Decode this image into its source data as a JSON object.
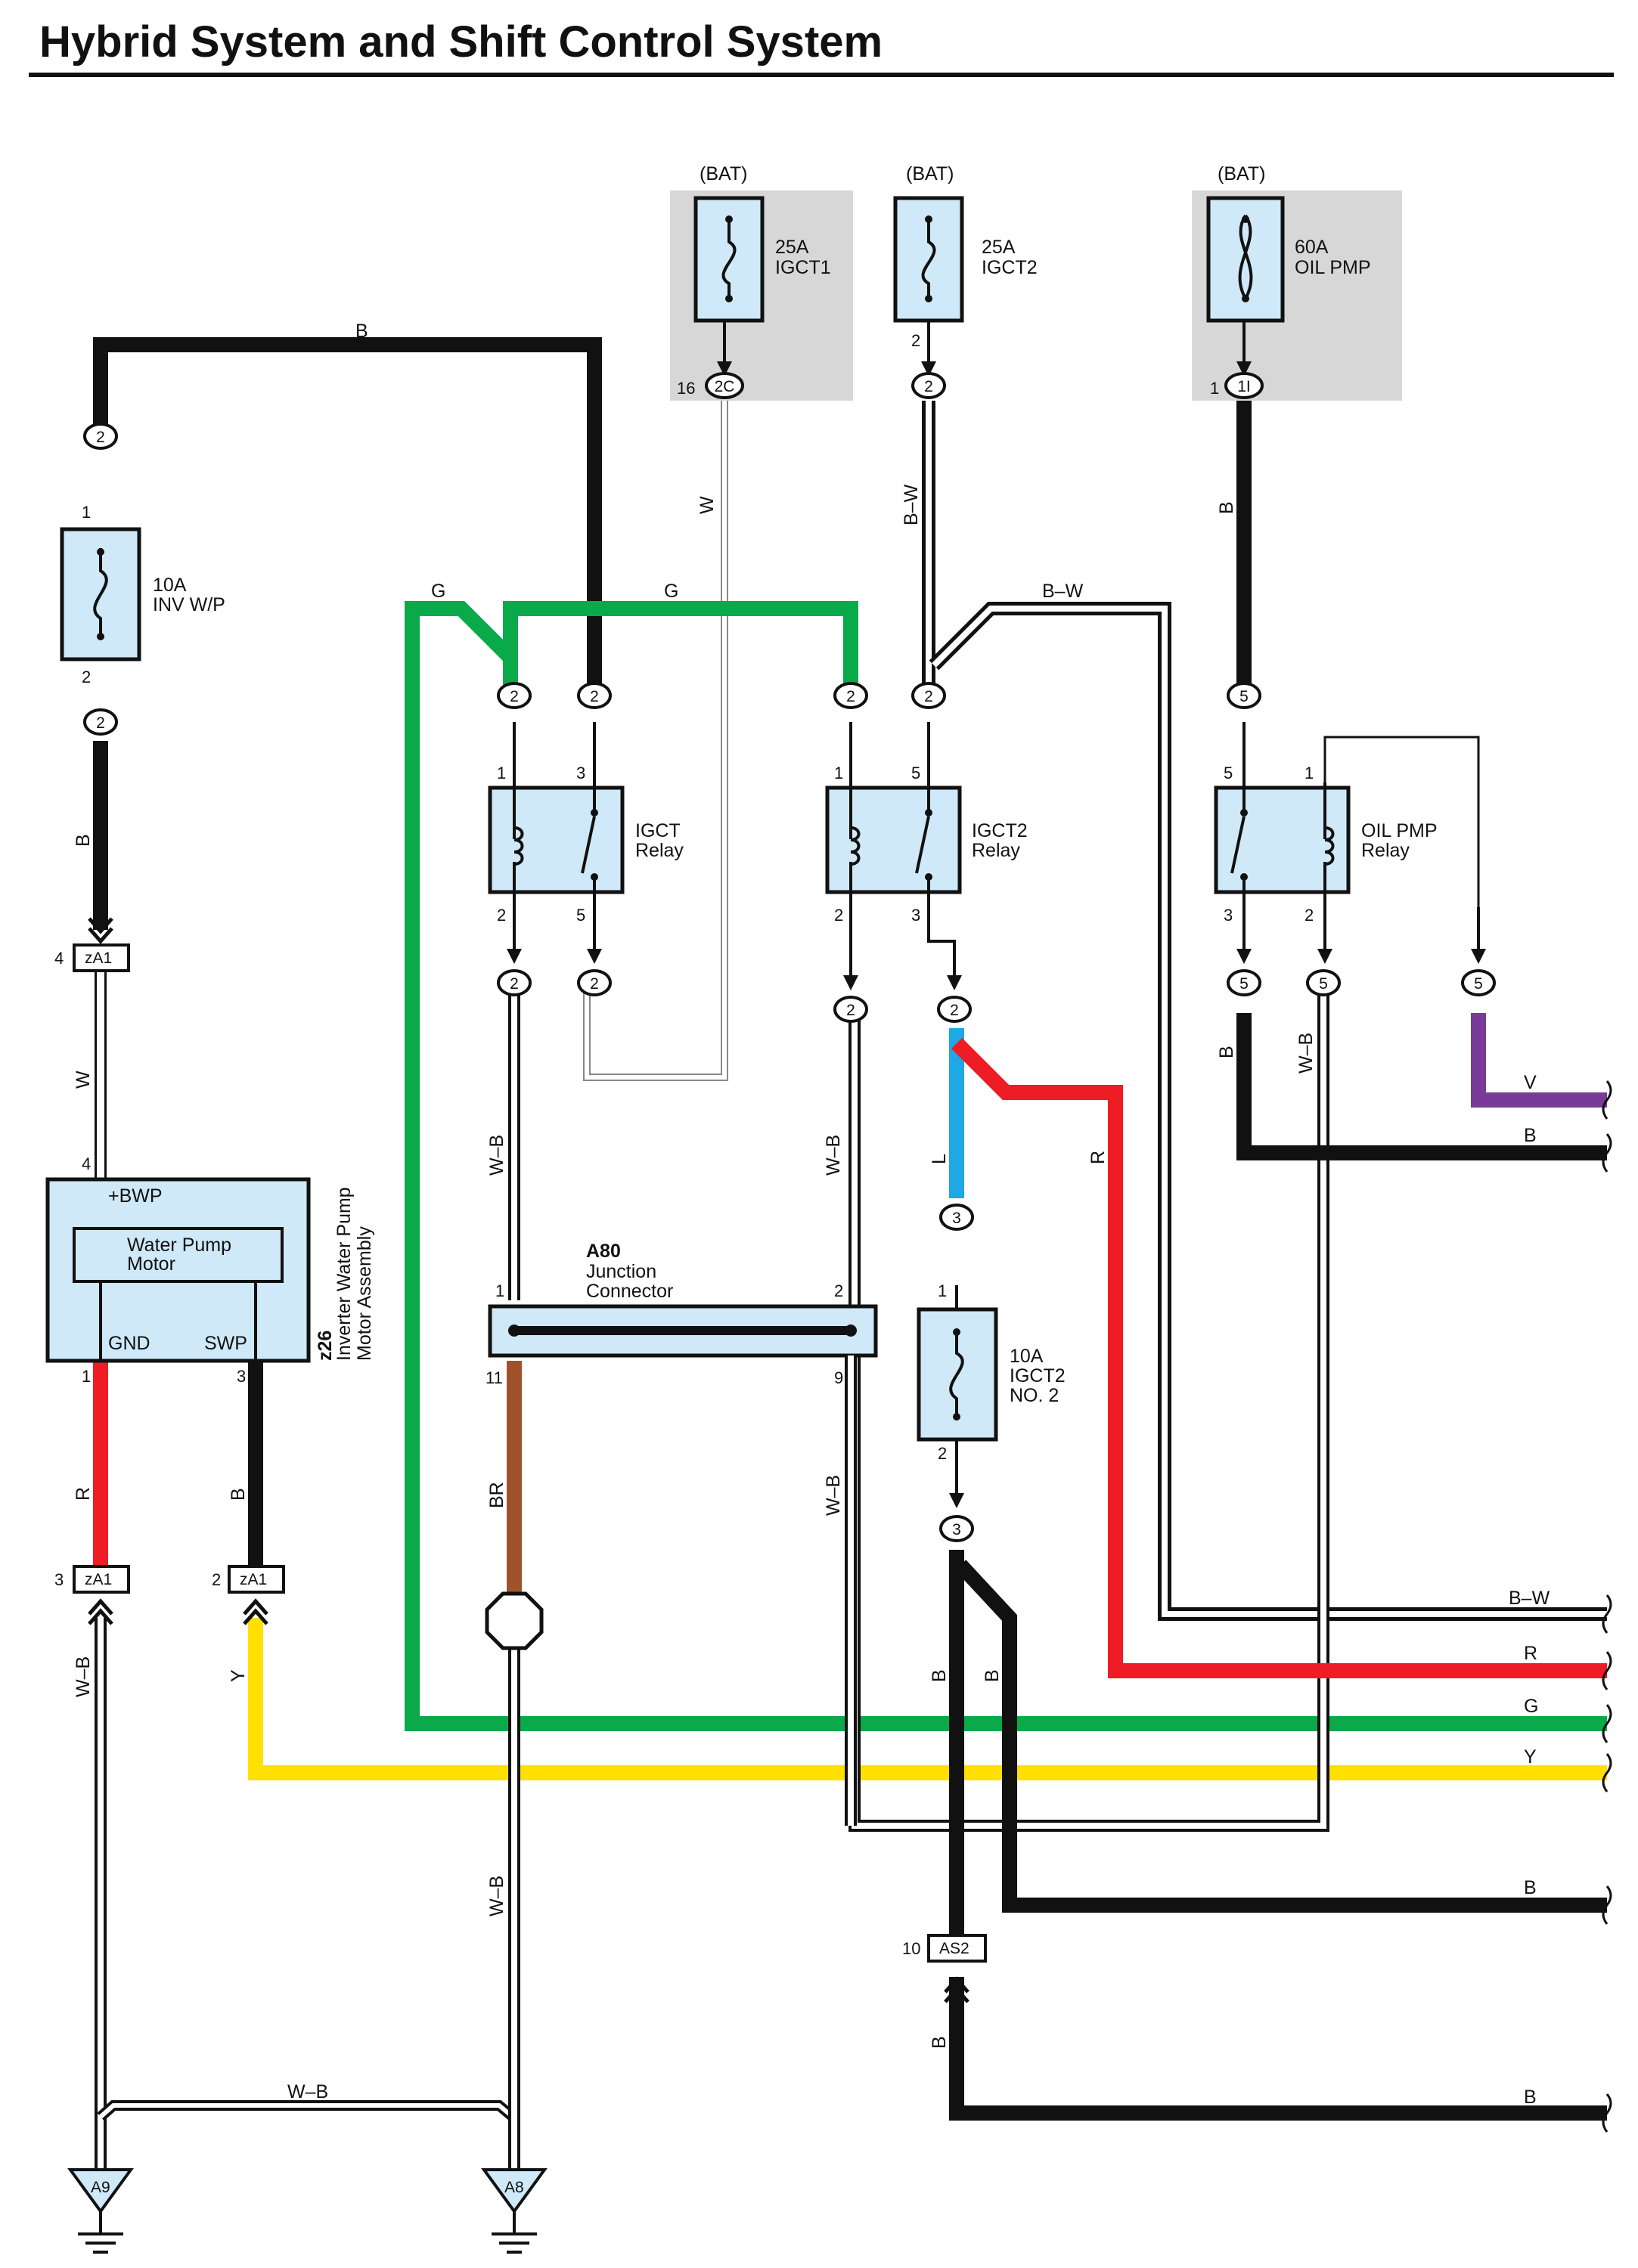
{
  "title": "Hybrid System and Shift Control System",
  "colors": {
    "B": "#111111",
    "W": "#ffffff",
    "G": "#0aa94a",
    "R": "#ee1c25",
    "Y": "#ffe000",
    "L": "#1ea8e5",
    "V": "#7a3a98",
    "BR": "#a0522d",
    "box": "#cfe9f8",
    "grey": "#d7d7d7"
  },
  "bat": [
    "(BAT)",
    "(BAT)",
    "(BAT)"
  ],
  "fuses": {
    "igct1": {
      "amp": "25A",
      "name": "IGCT1"
    },
    "igct2": {
      "amp": "25A",
      "name": "IGCT2"
    },
    "oilpmp": {
      "amp": "60A",
      "name": "OIL PMP"
    },
    "invwp": {
      "amp": "10A",
      "name": "INV W/P"
    },
    "igct2no2": {
      "amp": "10A",
      "name": "IGCT2",
      "name2": "NO. 2"
    }
  },
  "relays": {
    "igct": {
      "l1": "IGCT",
      "l2": "Relay"
    },
    "igct2": {
      "l1": "IGCT2",
      "l2": "Relay"
    },
    "oilpmp": {
      "l1": "OIL PMP",
      "l2": "Relay"
    }
  },
  "pump": {
    "code": "z26",
    "name1": "Inverter Water Pump",
    "name2": "Motor Assembly",
    "inner1": "Water Pump",
    "inner2": "Motor",
    "plus": "+BWP",
    "gnd": "GND",
    "swp": "SWP"
  },
  "junction": {
    "code": "A80",
    "l1": "Junction",
    "l2": "Connector"
  },
  "connectors": {
    "zA1": "zA1",
    "AS2": "AS2",
    "c2C": "2C",
    "c1I": "1I"
  },
  "grounds": [
    "A9",
    "A8"
  ],
  "wires": {
    "top_b": "B",
    "invwp_b": "B",
    "w_zA1": "W",
    "r_pump": "R",
    "b_pump": "B",
    "wb_left": "W–B",
    "y_left": "Y",
    "wb_bottom": "W–B",
    "w_igct1": "W",
    "bw_igct2": "B–W",
    "b_oil": "B",
    "g_left": "G",
    "g_mid": "G",
    "bw_right": "B–W",
    "wb_a80_top": "W–B",
    "br": "BR",
    "wb_a80_bot": "W–B",
    "wb_igct2": "W–B",
    "wb_9": "W–B",
    "l_blue": "L",
    "r_red": "R",
    "b1": "B",
    "b2": "B",
    "b_as2": "B",
    "b_oilpmp": "B",
    "wb_oilpmp": "W–B"
  },
  "right_labels": [
    "V",
    "B",
    "B–W",
    "R",
    "G",
    "Y",
    "B",
    "B"
  ],
  "pins": {
    "invwp_top": "2",
    "invwp_1": "1",
    "invwp_2": "2",
    "invwp_bot": "2",
    "zA1_4": "4",
    "pump_4": "4",
    "pump_1": "1",
    "pump_3": "3",
    "zA1_3": "3",
    "zA1_2": "2",
    "c2C_16": "16",
    "igct2_fuse2": "2",
    "c1I_1": "1",
    "r1_c1": "2",
    "r1_c2": "2",
    "r1_p1": "1",
    "r1_p3": "3",
    "r1_p2": "2",
    "r1_p5": "5",
    "r1_b1": "2",
    "r1_b2": "2",
    "r2_c1": "2",
    "r2_c2": "2",
    "r2_p1": "1",
    "r2_p5": "5",
    "r2_p2": "2",
    "r2_p3": "3",
    "r2_b1": "2",
    "r2_b2": "2",
    "r3_c1": "5",
    "r3_p5": "5",
    "r3_p1": "1",
    "r3_p3": "3",
    "r3_p2": "2",
    "r3_b1": "5",
    "r3_b2": "5",
    "r3_b3": "5",
    "igct2_top": "2",
    "a80_1": "1",
    "a80_2": "2",
    "a80_11": "11",
    "a80_9": "9",
    "f5_top": "3",
    "f5_1": "1",
    "f5_2": "2",
    "f5_bot": "3",
    "as2_10": "10"
  }
}
